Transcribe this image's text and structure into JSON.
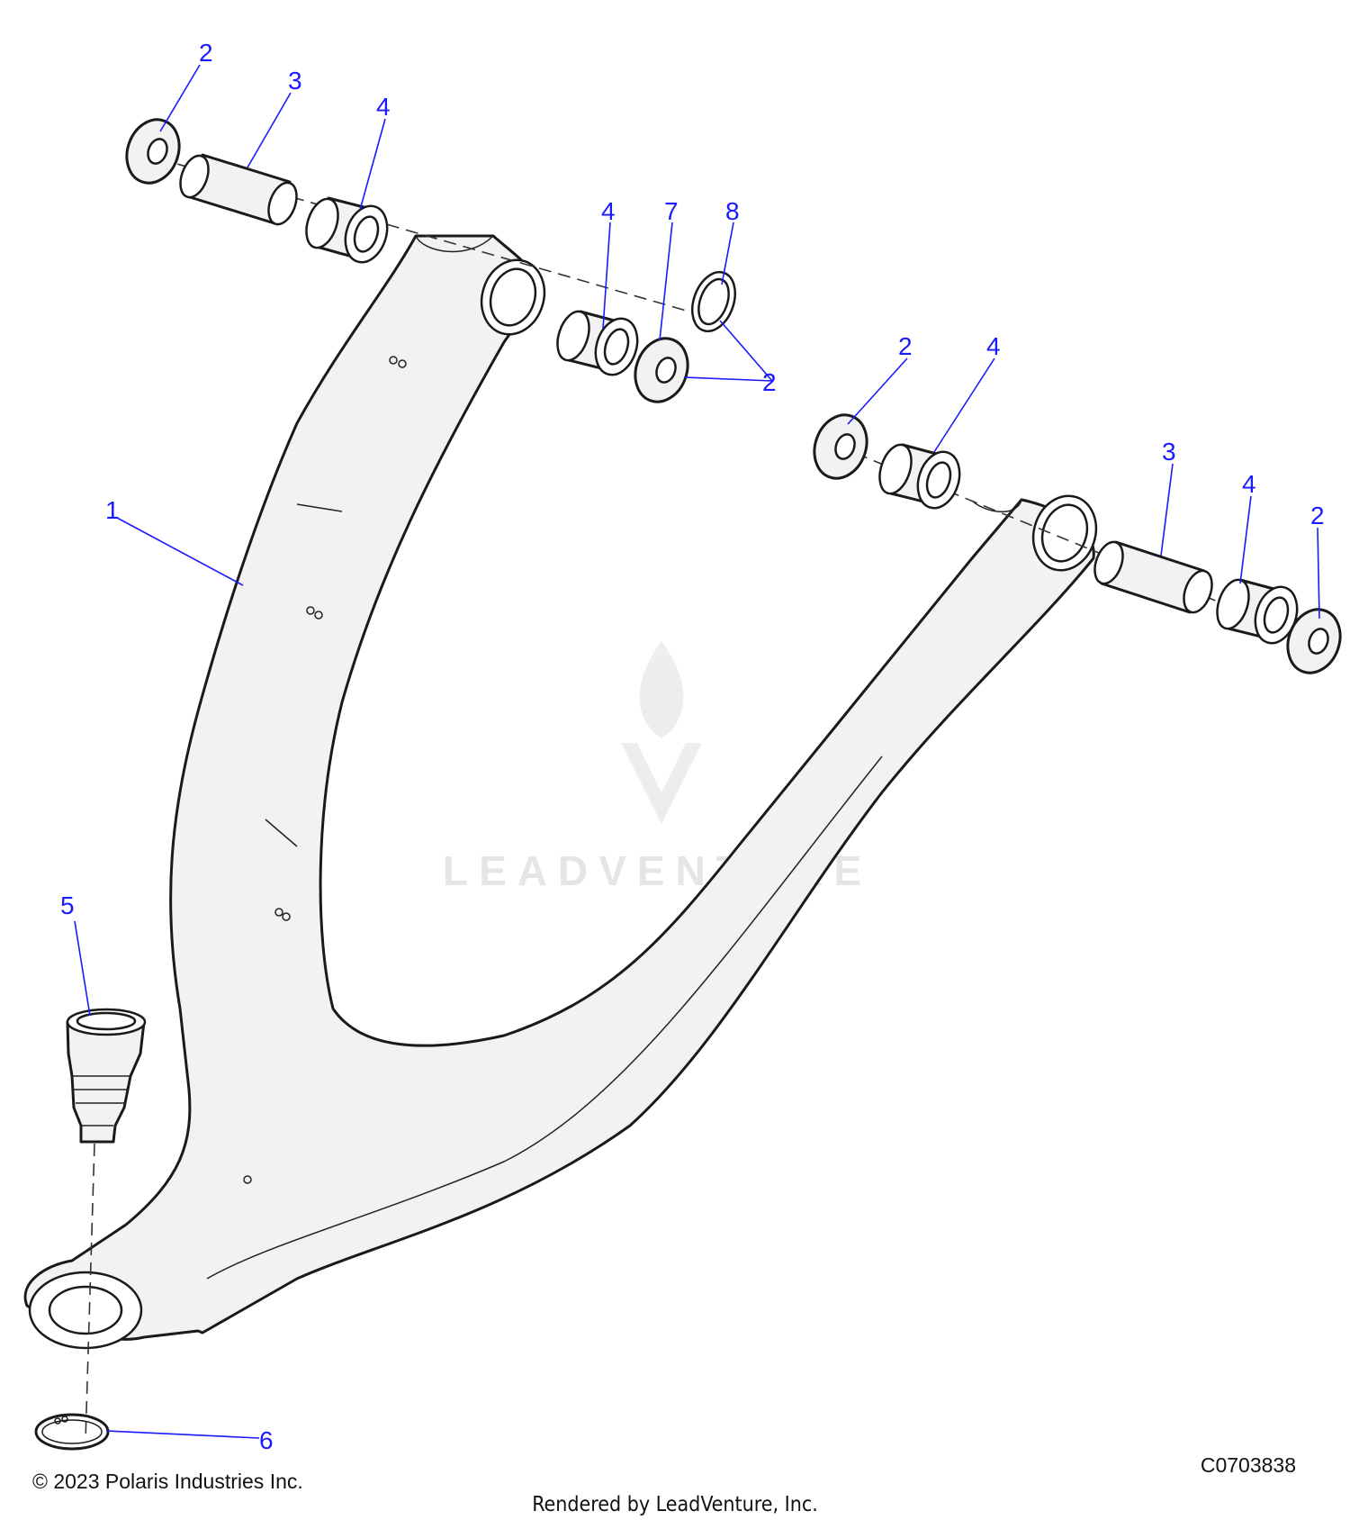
{
  "callouts": {
    "c1": "1",
    "c2a": "2",
    "c2b": "2",
    "c2c": "2",
    "c2d": "2",
    "c3a": "3",
    "c3b": "3",
    "c4a": "4",
    "c4b": "4",
    "c4c": "4",
    "c4d": "4",
    "c5": "5",
    "c6": "6",
    "c7": "7",
    "c8": "8"
  },
  "watermark": {
    "text": "LEADVENTURE"
  },
  "footer": {
    "copyright": "© 2023 Polaris Industries Inc.",
    "diagram_code": "C0703838",
    "rendered_by": "Rendered by LeadVenture, Inc."
  },
  "colors": {
    "callout": "#1a1aff",
    "line": "#1a1a1a",
    "watermark": "#e3e3e3"
  }
}
